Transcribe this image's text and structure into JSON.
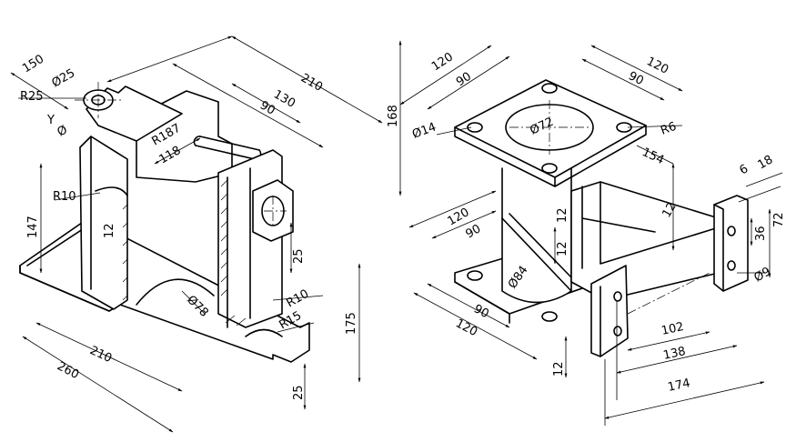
{
  "left_part": {
    "dims": {
      "d150": "150",
      "d210_top": "210",
      "phi25": "Ø25",
      "r25": "R25",
      "y_axis": "Y",
      "phi_small": "Ø",
      "d130": "130",
      "d90": "90",
      "r187": "R187",
      "d118": "118",
      "r10_left": "R10",
      "d147": "147",
      "d12": "12",
      "d25_mid": "25",
      "phi78": "Ø78",
      "r10_right": "R10",
      "r15": "R15",
      "d175": "175",
      "d210_bottom": "210",
      "d260": "260",
      "d25_bottom": "25"
    }
  },
  "right_part": {
    "dims": {
      "d120_top_left": "120",
      "d90_top_left": "90",
      "d120_top_right": "120",
      "d90_top_right": "90",
      "d168": "168",
      "phi14": "Ø14",
      "phi72": "Ø72",
      "r6": "R6",
      "d154": "154",
      "d12_right": "12",
      "d18": "18",
      "d6": "6",
      "d72": "72",
      "d36": "36",
      "phi9": "Ø9",
      "d120_mid": "120",
      "d90_mid": "90",
      "d12_mid": "12",
      "d12_web": "12",
      "phi84": "Ø84",
      "d90_bottom": "90",
      "d120_bottom": "120",
      "d12_bottom": "12",
      "d102": "102",
      "d138": "138",
      "d174": "174"
    }
  }
}
